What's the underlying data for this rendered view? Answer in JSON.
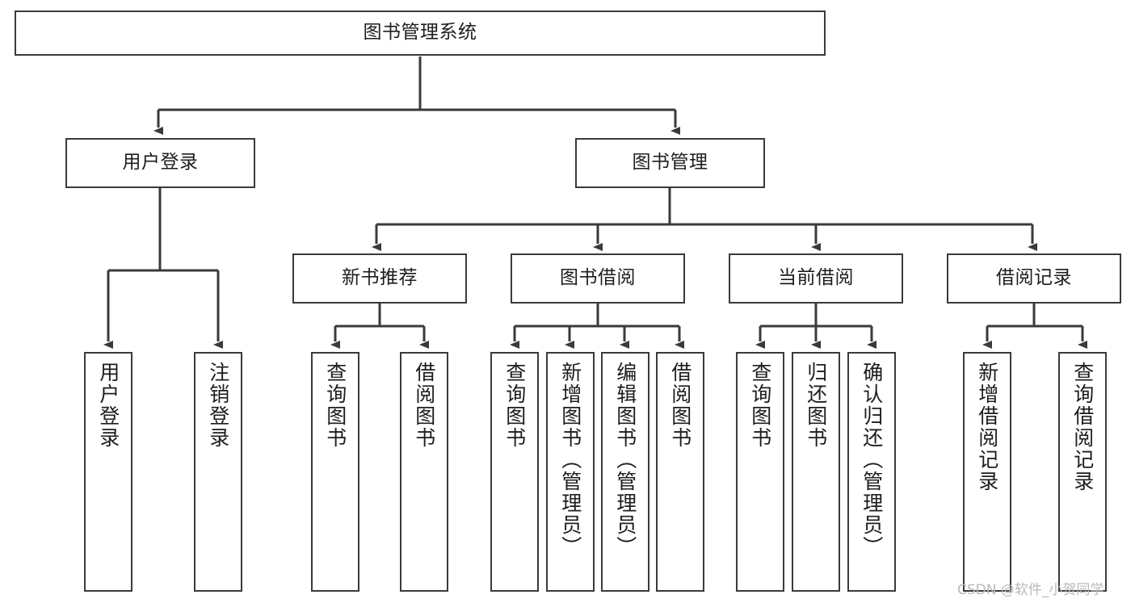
{
  "diagram": {
    "type": "hierarchy-tree",
    "title": "图书管理系统",
    "watermark": "CSDN @软件_小贺同学",
    "colors": {
      "background": "#ffffff",
      "stroke": "#3a3a3a",
      "text": "#1d1d1d",
      "watermark": "#b9b9b9"
    },
    "nodes": {
      "root": {
        "label": "图书管理系统"
      },
      "level2": [
        {
          "label": "用户登录"
        },
        {
          "label": "图书管理"
        }
      ],
      "level3": [
        {
          "label": "新书推荐"
        },
        {
          "label": "图书借阅"
        },
        {
          "label": "当前借阅"
        },
        {
          "label": "借阅记录"
        }
      ],
      "leaves": {
        "user_login": [
          {
            "label": "用户登录"
          },
          {
            "label": "注销登录"
          }
        ],
        "new_book": [
          {
            "label": "查询图书"
          },
          {
            "label": "借阅图书"
          }
        ],
        "book_borrow": [
          {
            "label": "查询图书"
          },
          {
            "label": "新增图书（管理员）"
          },
          {
            "label": "编辑图书（管理员）"
          },
          {
            "label": "借阅图书"
          }
        ],
        "current_borrow": [
          {
            "label": "查询图书"
          },
          {
            "label": "归还图书"
          },
          {
            "label": "确认归还（管理员）"
          }
        ],
        "borrow_record": [
          {
            "label": "新增借阅记录"
          },
          {
            "label": "查询借阅记录"
          }
        ]
      }
    }
  }
}
